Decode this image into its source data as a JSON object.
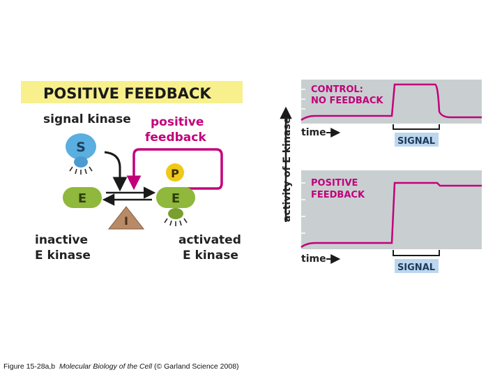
{
  "colors": {
    "title_band": "#f7f08c",
    "magenta": "#c2007a",
    "blue": "#5aaee0",
    "green": "#8fb83c",
    "yellow": "#f0c818",
    "tan": "#b98a66",
    "panel_gray": "#c9cfd1",
    "signal_box": "#bcd6ee"
  },
  "diagram": {
    "title": "POSITIVE FEEDBACK",
    "signal_kinase_label": "signal kinase",
    "positive_feedback_label_line1": "positive",
    "positive_feedback_label_line2": "feedback",
    "s_label": "S",
    "p_label": "P",
    "e_left_label": "E",
    "e_right_label": "E",
    "i_label": "I",
    "inactive_line1": "inactive",
    "inactive_line2": "E kinase",
    "activated_line1": "activated",
    "activated_line2": "E kinase"
  },
  "graphs": {
    "y_axis_label": "activity of E kinase",
    "control": {
      "title_line1": "CONTROL:",
      "title_line2": "NO FEEDBACK",
      "time_label": "time",
      "signal_label": "SIGNAL"
    },
    "positive": {
      "title_line1": "POSITIVE",
      "title_line2": "FEEDBACK",
      "time_label": "time",
      "signal_label": "SIGNAL"
    }
  },
  "caption": {
    "figure": "Figure 15-28a,b",
    "book": "Molecular Biology of the Cell",
    "credit": "(© Garland Science 2008)"
  }
}
